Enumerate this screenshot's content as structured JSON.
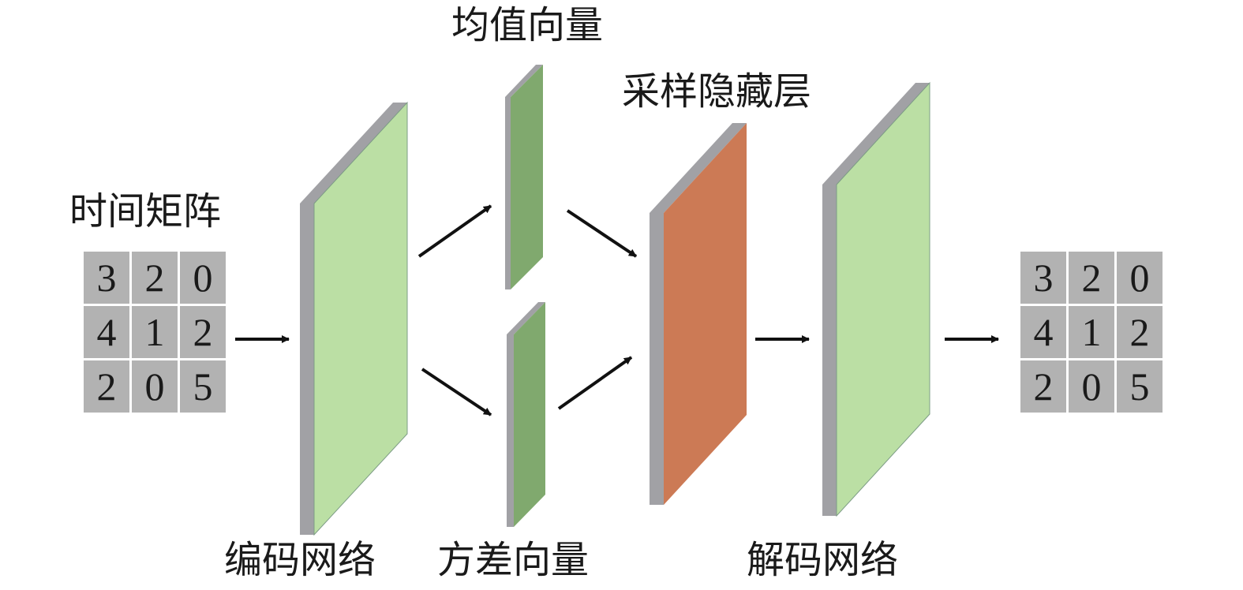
{
  "labels": {
    "time_matrix": "时间矩阵",
    "mean_vector": "均值向量",
    "sample_hidden_layer": "采样隐藏层",
    "encoder_network": "编码网络",
    "variance_vector": "方差向量",
    "decoder_network": "解码网络"
  },
  "input_matrix": [
    [
      "3",
      "2",
      "0"
    ],
    [
      "4",
      "1",
      "2"
    ],
    [
      "2",
      "0",
      "5"
    ]
  ],
  "output_matrix": [
    [
      "3",
      "2",
      "0"
    ],
    [
      "4",
      "1",
      "2"
    ],
    [
      "2",
      "0",
      "5"
    ]
  ],
  "colors": {
    "light_green": "#bbdfa4",
    "dark_green": "#80a96e",
    "orange": "#cc7a55",
    "side_gray": "#a1a1a5",
    "cell_gray": "#b2b2b2",
    "arrow": "#111111"
  }
}
